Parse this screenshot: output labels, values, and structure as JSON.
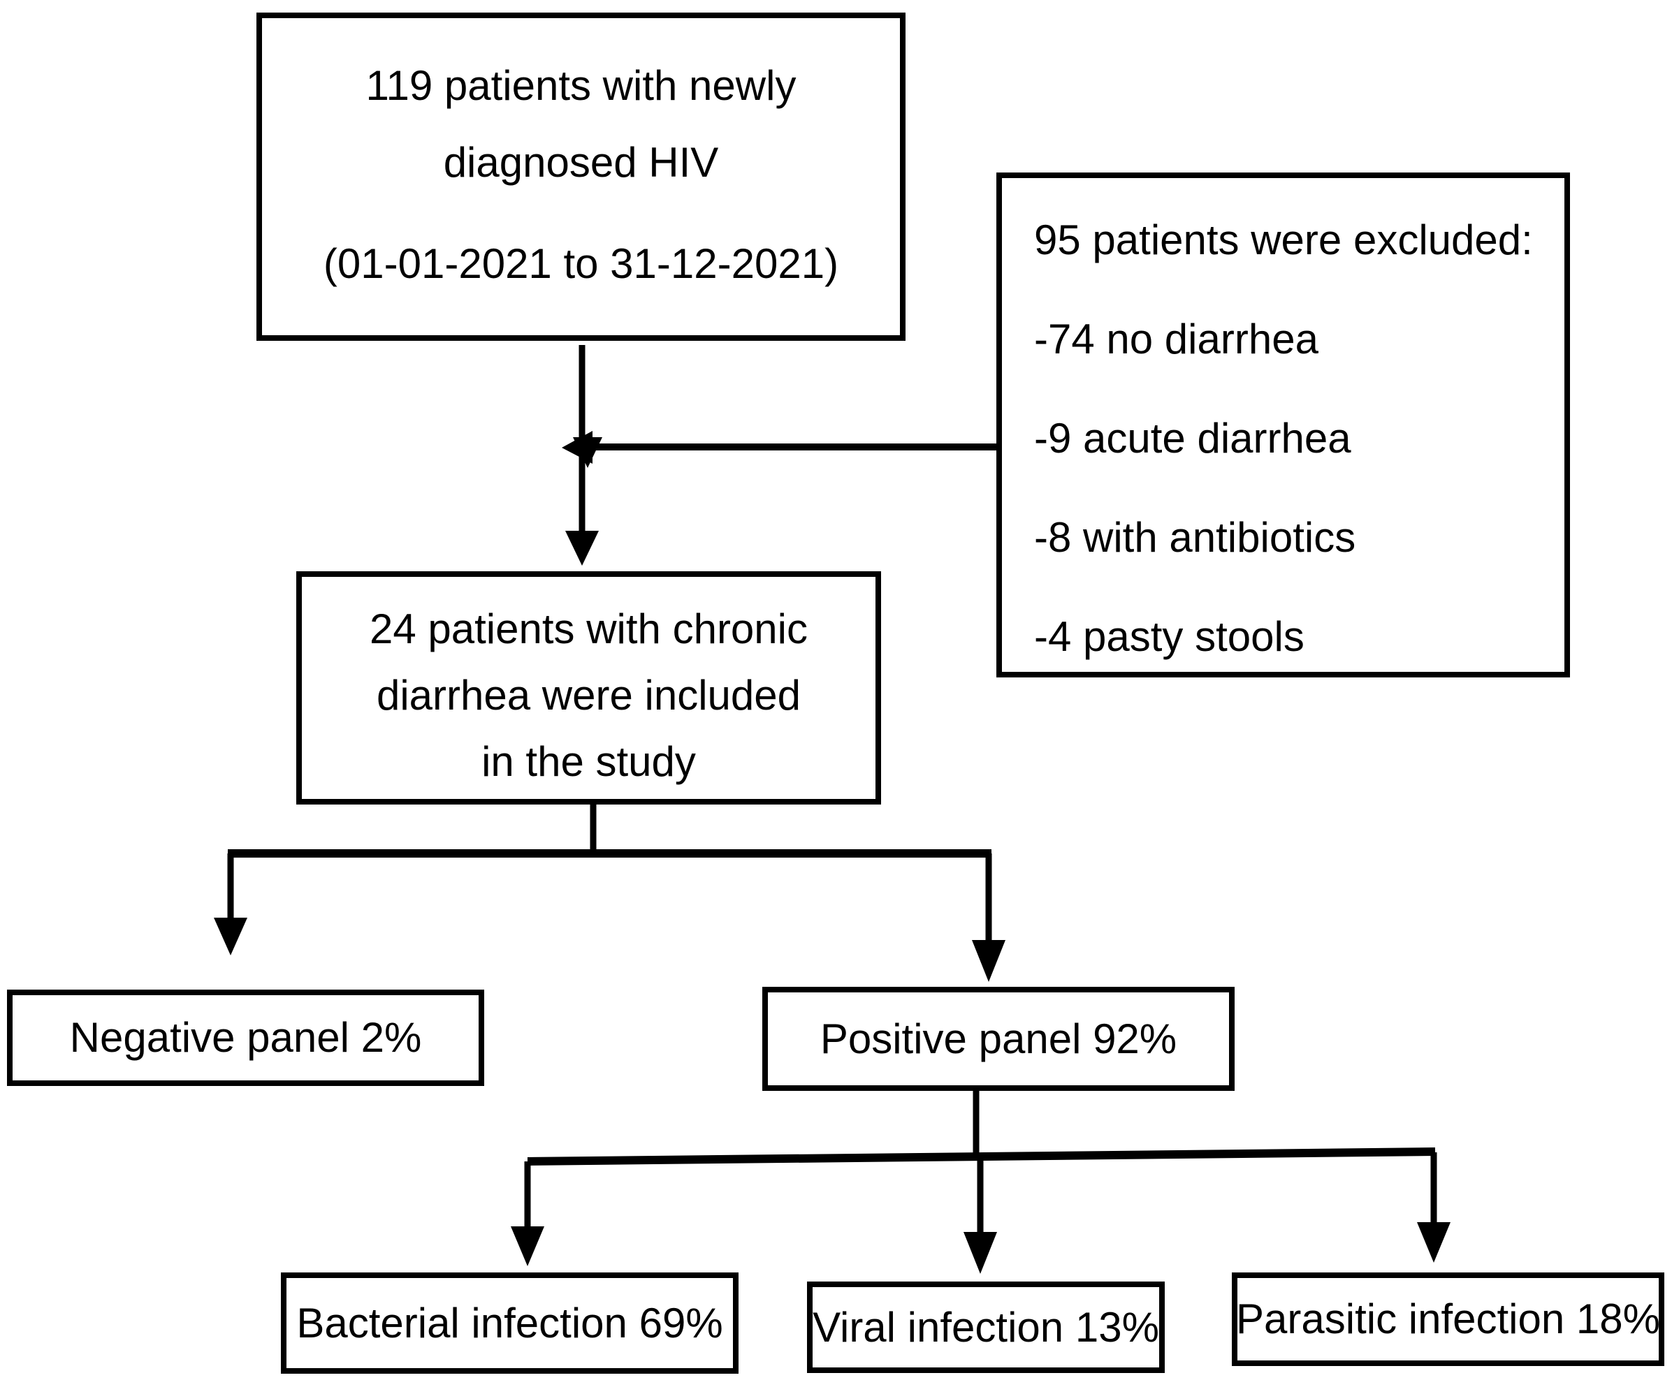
{
  "figure": {
    "type": "patient-flow-diagram",
    "background": "#ffffff",
    "line_color": "#000000"
  },
  "boxes": {
    "enrolled": {
      "lines": [
        "119 patients with newly",
        "diagnosed HIV",
        "(01-01-2021 to 31-12-2021)"
      ]
    },
    "excluded": {
      "lines": [
        "95 patients were excluded:",
        "-74 no diarrhea",
        "-9 acute diarrhea",
        "-8 with antibiotics",
        "-4 pasty stools"
      ]
    },
    "included": {
      "lines": [
        "24 patients with chronic",
        "diarrhea were included",
        "in the study"
      ]
    },
    "negative_panel": {
      "label": "Negative panel 2%"
    },
    "positive_panel": {
      "label": "Positive panel 92%"
    },
    "bacterial": {
      "label": "Bacterial infection 69%"
    },
    "viral": {
      "label": "Viral infection 13%"
    },
    "parasitic": {
      "label": "Parasitic infection 18%"
    }
  }
}
